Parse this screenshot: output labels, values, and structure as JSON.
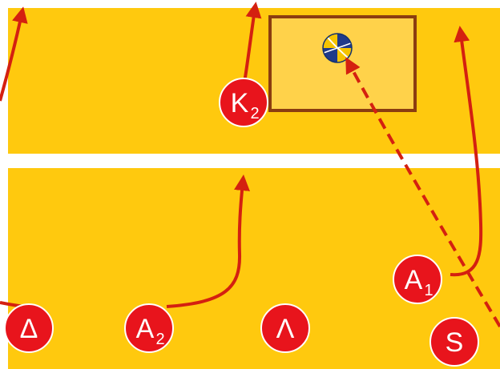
{
  "diagram": {
    "colors": {
      "background": "#000000",
      "court": "#ffc90e",
      "line": "#ffffff",
      "target_zone_fill": "#ffd24a",
      "target_zone_border": "#8b3d10",
      "player": "#e8141c",
      "arrow": "#d42010"
    },
    "target_zone": {
      "icon": "volleyball-icon"
    },
    "players": [
      {
        "id": "k2",
        "label": "K",
        "sub": "2"
      },
      {
        "id": "a1",
        "label": "A",
        "sub": "1"
      },
      {
        "id": "delta",
        "label": "Δ",
        "sub": ""
      },
      {
        "id": "a2",
        "label": "A",
        "sub": "2"
      },
      {
        "id": "lambda",
        "label": "Λ",
        "sub": ""
      },
      {
        "id": "s",
        "label": "S",
        "sub": ""
      }
    ]
  }
}
